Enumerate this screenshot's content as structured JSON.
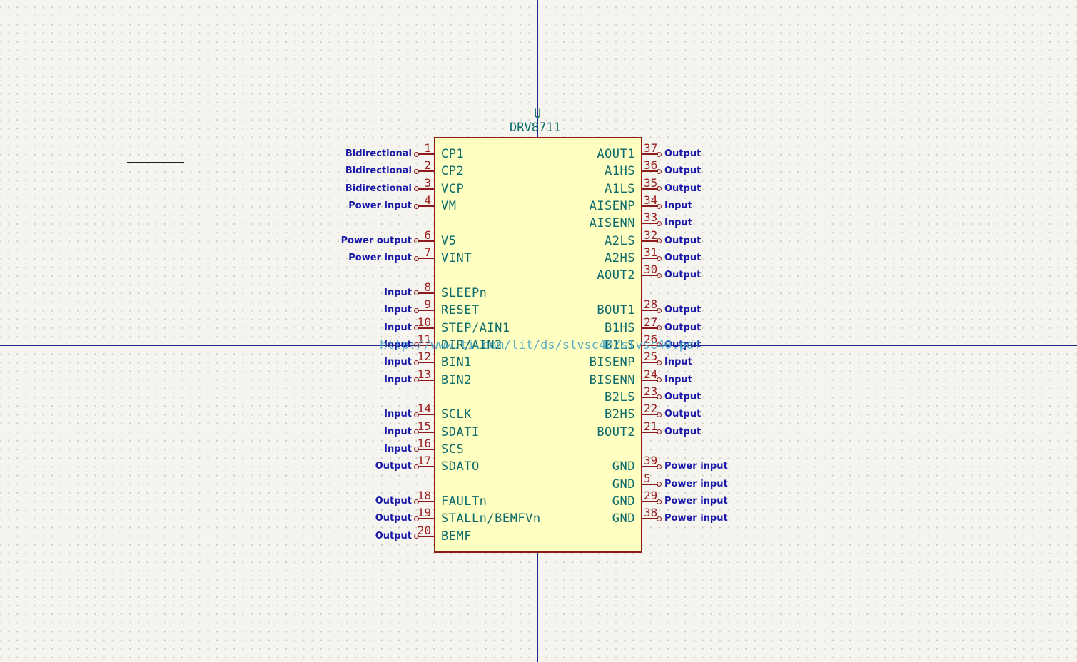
{
  "symbol": {
    "reference": "U",
    "value": "DRV8711",
    "datasheet": "http://www.ti.com/lit/ds/slvsc40/slvsc40.pdf"
  },
  "pins_left": [
    {
      "num": "1",
      "name": "CP1",
      "type": "Bidirectional"
    },
    {
      "num": "2",
      "name": "CP2",
      "type": "Bidirectional"
    },
    {
      "num": "3",
      "name": "VCP",
      "type": "Bidirectional"
    },
    {
      "num": "4",
      "name": "VM",
      "type": "Power input"
    },
    {
      "num": "6",
      "name": "V5",
      "type": "Power output"
    },
    {
      "num": "7",
      "name": "VINT",
      "type": "Power input"
    },
    {
      "num": "8",
      "name": "SLEEPn",
      "type": "Input"
    },
    {
      "num": "9",
      "name": "RESET",
      "type": "Input"
    },
    {
      "num": "10",
      "name": "STEP/AIN1",
      "type": "Input"
    },
    {
      "num": "11",
      "name": "DIR/AIN2",
      "type": "Input"
    },
    {
      "num": "12",
      "name": "BIN1",
      "type": "Input"
    },
    {
      "num": "13",
      "name": "BIN2",
      "type": "Input"
    },
    {
      "num": "14",
      "name": "SCLK",
      "type": "Input"
    },
    {
      "num": "15",
      "name": "SDATI",
      "type": "Input"
    },
    {
      "num": "16",
      "name": "SCS",
      "type": "Input"
    },
    {
      "num": "17",
      "name": "SDATO",
      "type": "Output"
    },
    {
      "num": "18",
      "name": "FAULTn",
      "type": "Output"
    },
    {
      "num": "19",
      "name": "STALLn/BEMFVn",
      "type": "Output"
    },
    {
      "num": "20",
      "name": "BEMF",
      "type": "Output"
    }
  ],
  "pins_right": [
    {
      "num": "37",
      "name": "AOUT1",
      "type": "Output"
    },
    {
      "num": "36",
      "name": "A1HS",
      "type": "Output"
    },
    {
      "num": "35",
      "name": "A1LS",
      "type": "Output"
    },
    {
      "num": "34",
      "name": "AISENP",
      "type": "Input"
    },
    {
      "num": "33",
      "name": "AISENN",
      "type": "Input"
    },
    {
      "num": "32",
      "name": "A2LS",
      "type": "Output"
    },
    {
      "num": "31",
      "name": "A2HS",
      "type": "Output"
    },
    {
      "num": "30",
      "name": "AOUT2",
      "type": "Output"
    },
    {
      "num": "28",
      "name": "BOUT1",
      "type": "Output"
    },
    {
      "num": "27",
      "name": "B1HS",
      "type": "Output"
    },
    {
      "num": "26",
      "name": "B1LS",
      "type": "Output"
    },
    {
      "num": "25",
      "name": "BISENP",
      "type": "Input"
    },
    {
      "num": "24",
      "name": "BISENN",
      "type": "Input"
    },
    {
      "num": "23",
      "name": "B2LS",
      "type": "Output"
    },
    {
      "num": "22",
      "name": "B2HS",
      "type": "Output"
    },
    {
      "num": "21",
      "name": "BOUT2",
      "type": "Output"
    },
    {
      "num": "39",
      "name": "GND",
      "type": "Power input"
    },
    {
      "num": "5",
      "name": "GND",
      "type": "Power input"
    },
    {
      "num": "29",
      "name": "GND",
      "type": "Power input"
    },
    {
      "num": "38",
      "name": "GND",
      "type": "Power input"
    }
  ]
}
